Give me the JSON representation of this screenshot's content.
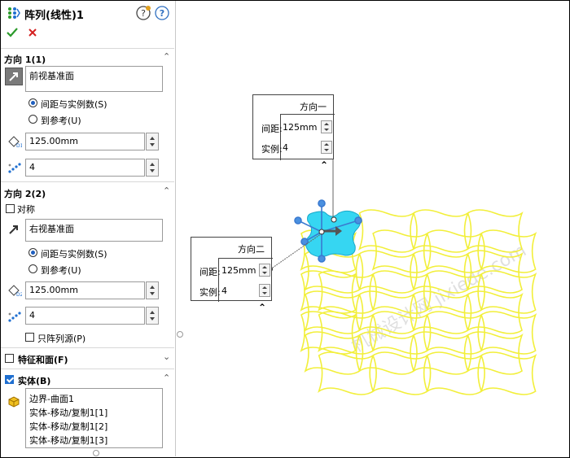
{
  "title": "阵列(线性)1",
  "toolbar": {
    "ok_icon": "check-icon",
    "cancel_icon": "x-icon",
    "help_icon": "help-icon"
  },
  "direction1": {
    "header": "方向 1(1)",
    "reference": "前视基准面",
    "option_spacing": "间距与实例数(S)",
    "option_reference": "到参考(U)",
    "spacing": "125.00mm",
    "instances": "4"
  },
  "direction2": {
    "header": "方向 2(2)",
    "symmetric": "对称",
    "reference": "右视基准面",
    "option_spacing": "间距与实例数(S)",
    "option_reference": "到参考(U)",
    "spacing": "125.00mm",
    "instances": "4",
    "seed_only": "只阵列源(P)"
  },
  "features": {
    "header": "特征和面(F)"
  },
  "bodies": {
    "header": "实体(B)",
    "items": [
      "边界-曲面1",
      "实体-移动/复制1[1]",
      "实体-移动/复制1[2]",
      "实体-移动/复制1[3]"
    ]
  },
  "callout1": {
    "title": "方向一",
    "spacing_label": "间距:",
    "spacing_value": "125mm",
    "count_label": "实例:",
    "count_value": "4"
  },
  "callout2": {
    "title": "方向二",
    "spacing_label": "间距:",
    "spacing_value": "125mm",
    "count_label": "实例:",
    "count_value": "4"
  },
  "watermark": "机械设计网 jixiede.com",
  "colors": {
    "accent": "#1f6fd0",
    "pattern": "#f2ef3a",
    "seed": "#36d6f2",
    "check": "#2a9a2a",
    "cancel": "#d42020"
  }
}
